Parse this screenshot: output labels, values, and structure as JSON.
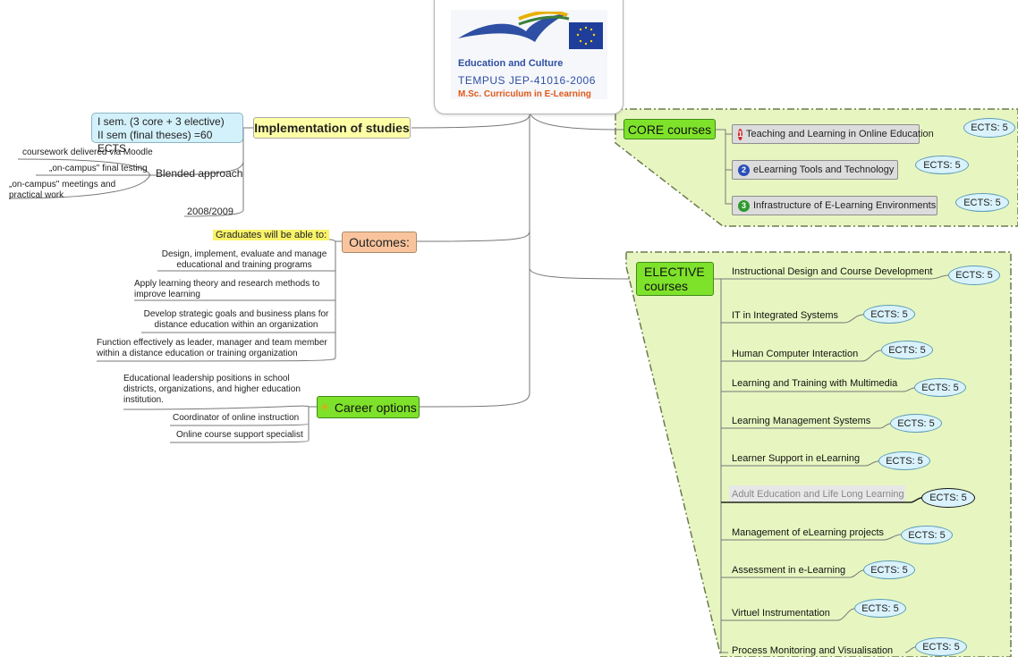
{
  "logo": {
    "line1": "Education and Culture",
    "line2": "TEMPUS JEP-41016-2006",
    "line3": "M.Sc. Curriculum in E-Learning",
    "colors": {
      "blue": "#2e4fa3",
      "orange": "#e05a1a",
      "flag": "#1f3d9a",
      "star": "#ffd500"
    }
  },
  "implementation": {
    "title": "Implementation of studies",
    "semesters_line1": "I sem. (3 core + 3 elective)",
    "semesters_line2": "II sem (final theses) =60 ECTS",
    "blended": "Blended approach",
    "blended_items": [
      "coursework delivered via Moodle",
      "„on-campus\" final testing",
      "„on-campus\" meetings and practical work"
    ],
    "year": "2008/2009"
  },
  "outcomes": {
    "title": "Outcomes:",
    "intro": "Graduates will be able to:",
    "items": [
      "Design,  implement, evaluate and manage educational and training programs",
      "Apply learning theory and  research methods to improve learning",
      "Develop strategic goals and business plans for distance education within an organization",
      "Function effectively as leader, manager and team member within a distance education or training organization"
    ]
  },
  "career": {
    "title": "Career options",
    "icon": "lightbulb-icon",
    "items": [
      "Educational leadership positions in school districts, organizations, and higher education institution.",
      "Coordinator of online instruction",
      "Online course support specialist"
    ]
  },
  "core": {
    "title": "CORE courses",
    "courses": [
      {
        "num": "1",
        "name": "Teaching and Learning in Online Education",
        "ects": "ECTS: 5",
        "color": "#d12a2a"
      },
      {
        "num": "2",
        "name": "eLearning Tools and Technology",
        "ects": "ECTS: 5",
        "color": "#2a4fb8"
      },
      {
        "num": "3",
        "name": "Infrastructure of E-Learning Environments",
        "ects": "ECTS: 5",
        "color": "#2f9a2f"
      }
    ]
  },
  "elective": {
    "title_line1": "ELECTIVE",
    "title_line2": "courses",
    "courses": [
      {
        "name": "Instructional Design and Course Development",
        "ects": "ECTS: 5"
      },
      {
        "name": "IT in Integrated Systems",
        "ects": "ECTS: 5"
      },
      {
        "name": "Human Computer Interaction",
        "ects": "ECTS: 5"
      },
      {
        "name": "Learning and Training with Multimedia",
        "ects": "ECTS: 5"
      },
      {
        "name": "Learning Management Systems",
        "ects": "ECTS: 5"
      },
      {
        "name": "Learner Support in eLearning",
        "ects": "ECTS: 5"
      },
      {
        "name": "Adult Education and Life Long Learning",
        "ects": "ECTS: 5",
        "selected": true
      },
      {
        "name": "Management of eLearning projects",
        "ects": "ECTS: 5"
      },
      {
        "name": "Assessment in e-Learning",
        "ects": "ECTS: 5"
      },
      {
        "name": "Virtuel Instrumentation",
        "ects": "ECTS: 5"
      },
      {
        "name": "Process Monitoring and Visualisation",
        "ects": "ECTS: 5"
      }
    ]
  },
  "colors": {
    "panel": "#e7f6c0",
    "panel_border": "#6b7a4d",
    "lines": "#777777"
  }
}
